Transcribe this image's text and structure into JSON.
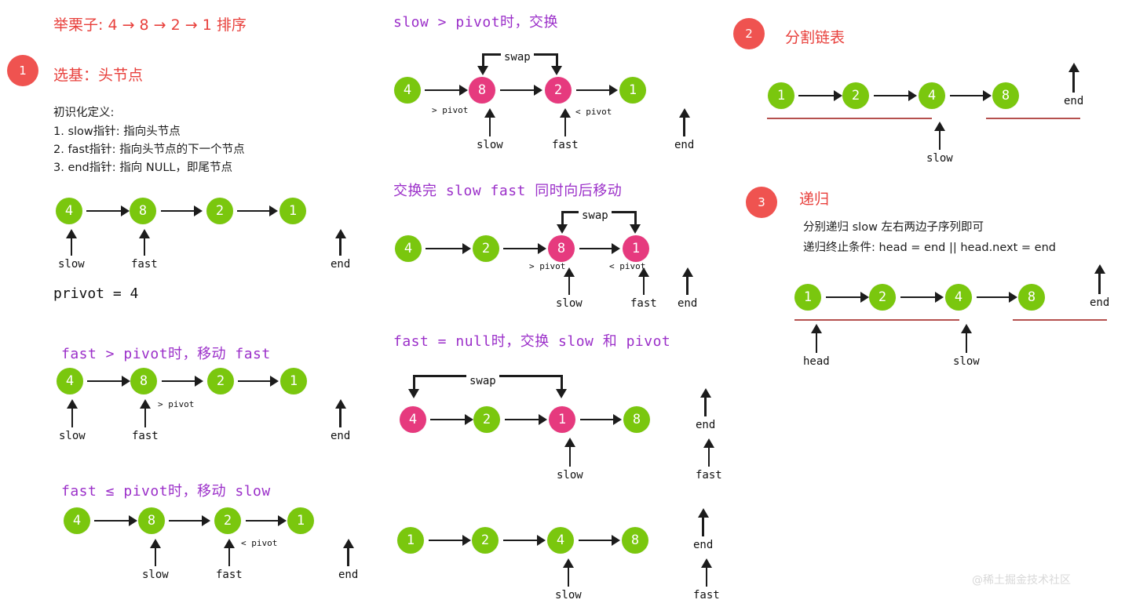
{
  "doc": {
    "title": "举栗子: 4 → 8 → 2 → 1 排序",
    "watermark": "@稀土掘金技术社区"
  },
  "steps": {
    "one": {
      "num": "1",
      "heading": "选基：头节点"
    },
    "two": {
      "num": "2",
      "heading": "分割链表"
    },
    "three": {
      "num": "3",
      "heading": "递归"
    }
  },
  "intro": {
    "lead": "初识化定义:",
    "items": [
      "1. slow指针: 指向头节点",
      "2. fast指针: 指向头节点的下一个节点",
      "3. end指针: 指向 NULL，即尾节点"
    ]
  },
  "labels": {
    "slow": "slow",
    "fast": "fast",
    "end": "end",
    "head": "head",
    "swap": "swap",
    "gt_pivot": "> pivot",
    "lt_pivot": "< pivot",
    "privot_eq": "privot = 4"
  },
  "recursion": {
    "line1": "分别递归 slow 左右两边子序列即可",
    "line2": "递归终止条件: head = end || head.next = end"
  },
  "sections": {
    "col1": [
      {
        "id": "initial",
        "heading": "",
        "nodes": [
          {
            "v": "4",
            "c": "green"
          },
          {
            "v": "8",
            "c": "green"
          },
          {
            "v": "2",
            "c": "green"
          },
          {
            "v": "1",
            "c": "green"
          }
        ]
      },
      {
        "id": "fast-gt-pivot",
        "heading": "fast > pivot时，移动 fast",
        "nodes": [
          {
            "v": "4",
            "c": "green"
          },
          {
            "v": "8",
            "c": "green"
          },
          {
            "v": "2",
            "c": "green"
          },
          {
            "v": "1",
            "c": "green"
          }
        ]
      },
      {
        "id": "fast-le-pivot",
        "heading": "fast ≤ pivot时，移动 slow",
        "nodes": [
          {
            "v": "4",
            "c": "green"
          },
          {
            "v": "8",
            "c": "green"
          },
          {
            "v": "2",
            "c": "green"
          },
          {
            "v": "1",
            "c": "green"
          }
        ]
      }
    ],
    "col2": [
      {
        "id": "slow-gt-pivot-swap",
        "heading": "slow > pivot时，交换",
        "nodes": [
          {
            "v": "4",
            "c": "green"
          },
          {
            "v": "8",
            "c": "pink"
          },
          {
            "v": "2",
            "c": "pink"
          },
          {
            "v": "1",
            "c": "green"
          }
        ]
      },
      {
        "id": "after-swap-move",
        "heading": "交换完 slow fast 同时向后移动",
        "nodes": [
          {
            "v": "4",
            "c": "green"
          },
          {
            "v": "2",
            "c": "green"
          },
          {
            "v": "8",
            "c": "pink"
          },
          {
            "v": "1",
            "c": "pink"
          }
        ]
      },
      {
        "id": "fast-null-swap",
        "heading": "fast = null时，交换 slow 和 pivot",
        "nodes": [
          {
            "v": "4",
            "c": "pink"
          },
          {
            "v": "2",
            "c": "green"
          },
          {
            "v": "1",
            "c": "pink"
          },
          {
            "v": "8",
            "c": "green"
          }
        ]
      },
      {
        "id": "result",
        "heading": "",
        "nodes": [
          {
            "v": "1",
            "c": "green"
          },
          {
            "v": "2",
            "c": "green"
          },
          {
            "v": "4",
            "c": "green"
          },
          {
            "v": "8",
            "c": "green"
          }
        ]
      }
    ],
    "col3": [
      {
        "id": "split",
        "nodes": [
          {
            "v": "1",
            "c": "green"
          },
          {
            "v": "2",
            "c": "green"
          },
          {
            "v": "4",
            "c": "green"
          },
          {
            "v": "8",
            "c": "green"
          }
        ]
      },
      {
        "id": "recurse",
        "nodes": [
          {
            "v": "1",
            "c": "green"
          },
          {
            "v": "2",
            "c": "green"
          },
          {
            "v": "4",
            "c": "green"
          },
          {
            "v": "8",
            "c": "green"
          }
        ]
      }
    ]
  },
  "colors": {
    "node_green": "#7ac70e",
    "node_pink": "#e63a7e",
    "heading_red": "#e8403c",
    "heading_purple": "#9b2fc9",
    "badge": "#ef5350",
    "split_line": "#b5504e",
    "arrow": "#1c1c1c"
  }
}
